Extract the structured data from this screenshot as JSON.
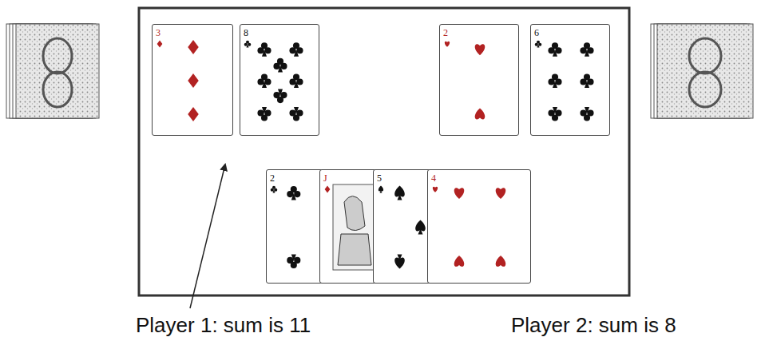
{
  "diagram": {
    "nodes": [
      {
        "text": [
          "3"
        ]
      },
      {
        "text": [
          "8"
        ]
      },
      {
        "text": [
          "2"
        ]
      },
      {
        "text": [
          "6"
        ]
      },
      {
        "text": [
          "2"
        ]
      },
      {
        "text": [
          "J"
        ]
      },
      {
        "text": [
          "5"
        ]
      },
      {
        "text": [
          "4"
        ]
      }
    ],
    "labels": [
      "Player 1: sum is 11",
      "Player 2: sum is 8"
    ]
  }
}
